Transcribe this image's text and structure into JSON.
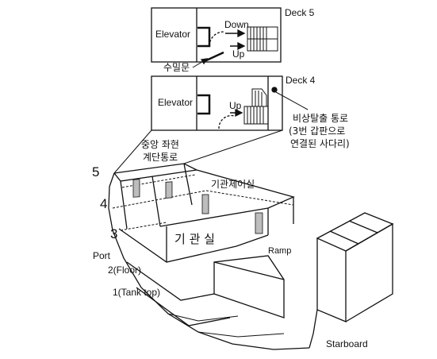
{
  "deck5": {
    "deck_label": "Deck 5",
    "elevator": "Elevator",
    "down": "Down",
    "up": "Up",
    "watertight_door": "수밀문"
  },
  "deck4": {
    "deck_label": "Deck 4",
    "elevator": "Elevator",
    "up": "Up",
    "escape_route": [
      "비상탈출 통로",
      "(3번 갑판으로",
      "연결된 사다리)"
    ]
  },
  "central_stairs": [
    "중앙 좌현",
    "계단통로"
  ],
  "engine_control_room": "기관제어실",
  "engine_room": "기 관 실",
  "ramp": "Ramp",
  "port": "Port",
  "starboard": "Starboard",
  "levels": {
    "deck5": "5",
    "deck4": "4",
    "deck3": "3",
    "floor": "2(Floor)",
    "tank_top": "1(Tank top)"
  }
}
